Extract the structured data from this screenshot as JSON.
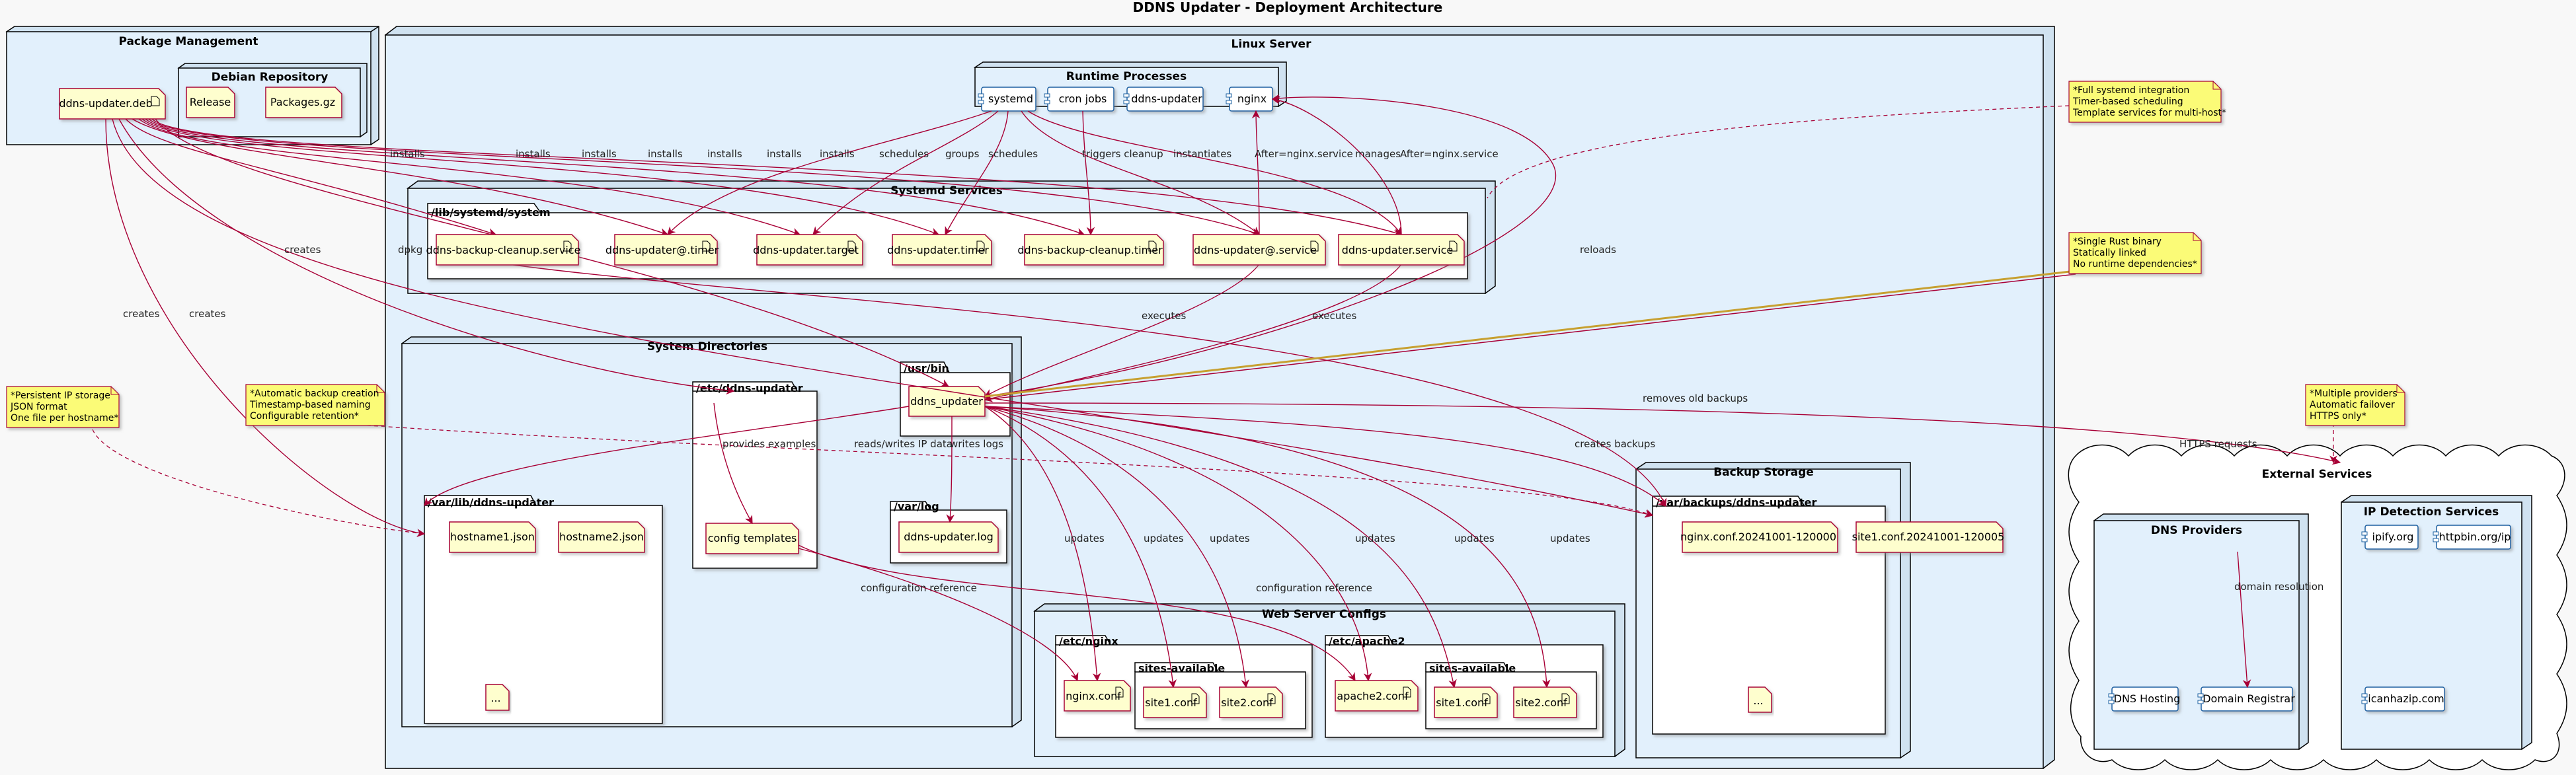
{
  "title": "DDNS Updater - Deployment Architecture",
  "colors": {
    "node_fill": "#e2f0fc",
    "file_fill": "#fefece",
    "edge": "#a80036",
    "note_fill": "#fbfb77",
    "white": "#ffffff"
  },
  "package_management": {
    "title": "Package Management",
    "deb": "ddns-updater.deb",
    "debian_repo": {
      "title": "Debian Repository",
      "release": "Release",
      "packages": "Packages.gz"
    }
  },
  "linux_server": {
    "title": "Linux Server",
    "runtime": {
      "title": "Runtime Processes",
      "items": [
        "systemd",
        "cron jobs",
        "ddns-updater",
        "nginx"
      ]
    },
    "systemd_services": {
      "title": "Systemd Services",
      "folder": "/lib/systemd/system",
      "files": [
        "ddns-backup-cleanup.service",
        "ddns-updater@.timer",
        "ddns-updater.target",
        "ddns-updater.timer",
        "ddns-backup-cleanup.timer",
        "ddns-updater@.service",
        "ddns-updater.service"
      ]
    },
    "system_dirs": {
      "title": "System Directories",
      "usr_bin": "/usr/bin",
      "binary": "ddns_updater",
      "etc_folder": "/etc/ddns-updater",
      "templates": "config templates",
      "var_log": "/var/log",
      "log_file": "ddns-updater.log",
      "var_lib": "/var/lib/ddns-updater",
      "json1": "hostname1.json",
      "json2": "hostname2.json",
      "ellipsis": "..."
    },
    "web_configs": {
      "title": "Web Server Configs",
      "nginx_folder": "/etc/nginx",
      "nginx_conf": "nginx.conf",
      "sites_available": "sites-available",
      "site1": "site1.conf",
      "site2": "site2.conf",
      "apache_folder": "/etc/apache2",
      "apache_conf": "apache2.conf"
    },
    "backup_storage": {
      "title": "Backup Storage",
      "folder": "/var/backups/ddns-updater",
      "file1": "nginx.conf.20241001-120000",
      "file2": "site1.conf.20241001-120005",
      "ellipsis": "..."
    }
  },
  "external": {
    "title": "External Services",
    "dns_providers": {
      "title": "DNS Providers",
      "items": [
        "DNS Hosting",
        "Domain Registrar"
      ]
    },
    "ip_detection": {
      "title": "IP Detection Services",
      "items": [
        "ipify.org",
        "httpbin.org/ip",
        "icanhazip.com"
      ]
    }
  },
  "notes": {
    "systemd": [
      "Full systemd integration",
      "Timer-based scheduling",
      "Template services for multi-host"
    ],
    "binary": [
      "Single Rust binary",
      "Statically linked",
      "No runtime dependencies"
    ],
    "providers": [
      "Multiple providers",
      "Automatic failover",
      "HTTPS only"
    ],
    "backup": [
      "Automatic backup creation",
      "Timestamp-based naming",
      "Configurable retention"
    ],
    "storage": [
      "Persistent IP storage",
      "JSON format",
      "One file per hostname"
    ]
  },
  "edge_labels": {
    "installs": "installs",
    "dpkg": "dpkg",
    "creates": "creates",
    "schedules": "schedules",
    "groups": "groups",
    "triggers_cleanup": "triggers cleanup",
    "instantiates": "instantiates",
    "after_nginx": "After=nginx.service",
    "manages": "manages",
    "reloads": "reloads",
    "executes": "executes",
    "removes_old_backups": "removes old backups",
    "provides_examples": "provides examples",
    "reads_writes": "reads/writes IP data",
    "writes_logs": "writes logs",
    "creates_backups": "creates backups",
    "https_requests": "HTTPS requests",
    "updates": "updates",
    "config_reference": "configuration reference",
    "domain_resolution": "domain resolution"
  }
}
